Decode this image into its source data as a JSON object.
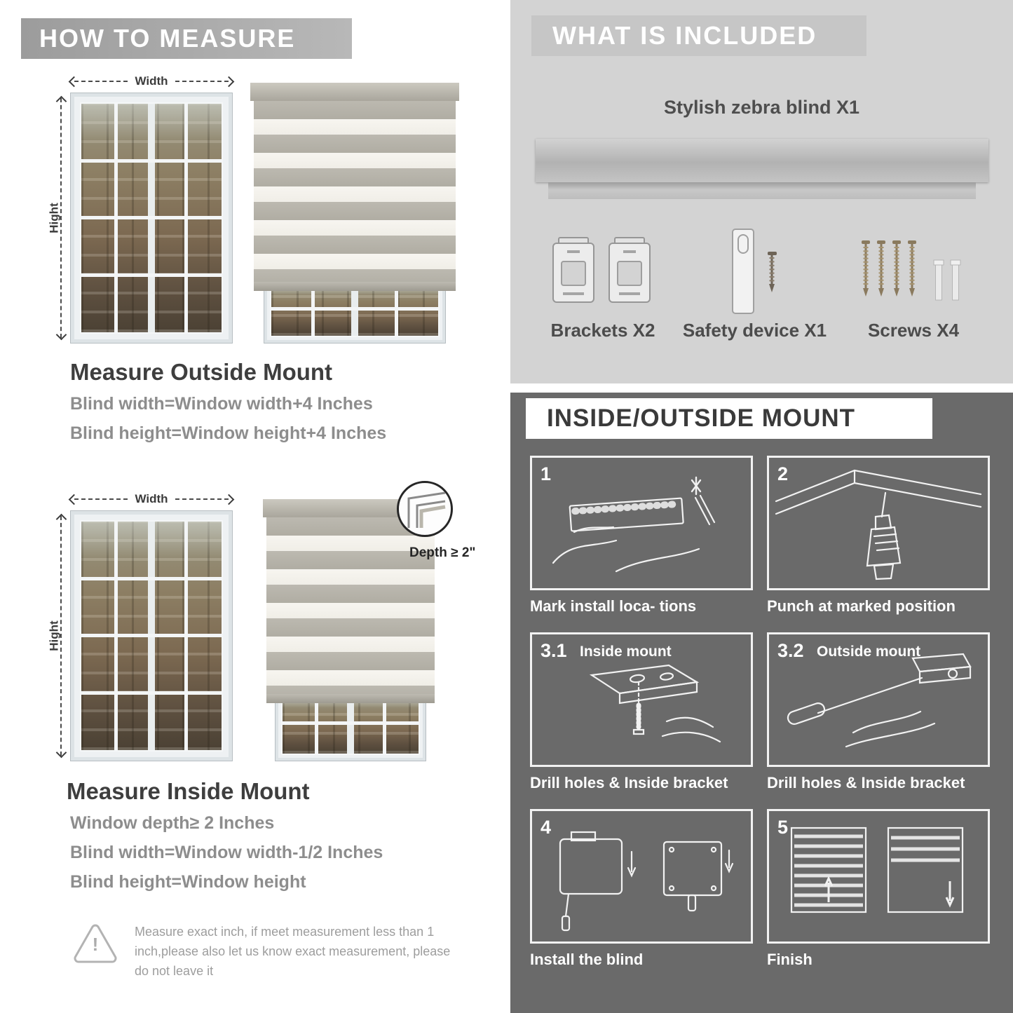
{
  "colors": {
    "how_banner_gray": "#a8a8a8",
    "included_bg": "#d3d3d3",
    "included_banner": "#c6c6c6",
    "mount_bg": "#6a6a6a",
    "heading_dark": "#3e3e3e",
    "body_gray": "#8d8d8d",
    "blind_stripe_gray": "#b8b5ab",
    "blind_stripe_light": "#f5f3ee"
  },
  "measure": {
    "banner": "HOW TO MEASURE",
    "width_label": "Width",
    "height_label": "Hight",
    "outside": {
      "heading": "Measure Outside Mount",
      "line1": "Blind width=Window width+4 Inches",
      "line2": "Blind height=Window height+4 Inches"
    },
    "inside": {
      "heading": "Measure Inside Mount",
      "depth_callout": "Depth ≥ 2\"",
      "line1": "Window depth≥ 2 Inches",
      "line2": "Blind width=Window width-1/2 Inches",
      "line3": "Blind height=Window height"
    },
    "warning": {
      "icon": "warning-triangle-icon",
      "exclaim": "!",
      "text": "Measure exact inch, if meet measurement less than 1 inch,please also let us know exact measurement, please do not leave it"
    }
  },
  "included": {
    "banner": "WHAT IS INCLUDED",
    "blind_label": "Stylish zebra blind X1",
    "items": [
      {
        "icon": "brackets-icon",
        "label": "Brackets X2"
      },
      {
        "icon": "safety-device-icon",
        "label": "Safety device X1"
      },
      {
        "icon": "screws-icon",
        "label": "Screws X4"
      }
    ]
  },
  "mount": {
    "banner": "INSIDE/OUTSIDE MOUNT",
    "steps": [
      {
        "num": "1",
        "title": "",
        "caption": "Mark install loca- tions"
      },
      {
        "num": "2",
        "title": "",
        "caption": "Punch at  marked position"
      },
      {
        "num": "3.1",
        "title": "Inside mount",
        "caption": "Drill holes &  Inside bracket"
      },
      {
        "num": "3.2",
        "title": "Outside mount",
        "caption": "Drill holes &  Inside bracket"
      },
      {
        "num": "4",
        "title": "",
        "caption": "Install the blind"
      },
      {
        "num": "5",
        "title": "",
        "caption": "Finish"
      }
    ]
  }
}
